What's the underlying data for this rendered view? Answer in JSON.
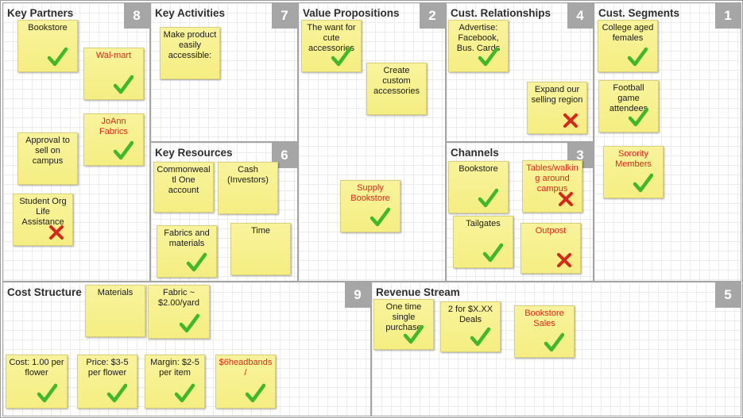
{
  "blocks": {
    "key_partners": {
      "title": "Key Partners",
      "number": "8"
    },
    "key_activities": {
      "title": "Key Activities",
      "number": "7"
    },
    "key_resources": {
      "title": "Key Resources",
      "number": "6"
    },
    "value_propositions": {
      "title": "Value Propositions",
      "number": "2"
    },
    "cust_relationships": {
      "title": "Cust. Relationships",
      "number": "4"
    },
    "channels": {
      "title": "Channels",
      "number": "3"
    },
    "cust_segments": {
      "title": "Cust. Segments",
      "number": "1"
    },
    "cost_structure": {
      "title": "Cost Structure",
      "number": "9"
    },
    "revenue_stream": {
      "title": "Revenue Stream",
      "number": "5"
    }
  },
  "notes": {
    "kp_bookstore": {
      "text": "Bookstore",
      "mark": "check",
      "color": "black"
    },
    "kp_walmart": {
      "text": "Wal-mart",
      "mark": "check",
      "color": "red"
    },
    "kp_joann": {
      "text": "JoAnn Fabrics",
      "mark": "check",
      "color": "red"
    },
    "kp_approval": {
      "text": "Approval to sell on campus",
      "mark": "none",
      "color": "black"
    },
    "kp_student_org": {
      "text": "Student Org Life Assistance",
      "mark": "cross",
      "color": "black"
    },
    "ka_make_product": {
      "text": "Make product easily accessible:",
      "mark": "none",
      "color": "black"
    },
    "kr_commonwealth": {
      "text": "Commonwealtl One account",
      "mark": "none",
      "color": "black"
    },
    "kr_cash": {
      "text": "Cash (Investors)",
      "mark": "none",
      "color": "black"
    },
    "kr_fabrics": {
      "text": "Fabrics and materials",
      "mark": "check",
      "color": "black"
    },
    "kr_time": {
      "text": "Time",
      "mark": "none",
      "color": "black"
    },
    "vp_want_cute": {
      "text": "The want for cute accessories",
      "mark": "check",
      "color": "black"
    },
    "vp_create_custom": {
      "text": "Create custom accessories",
      "mark": "none",
      "color": "black"
    },
    "vp_supply_bookstore": {
      "text": "Supply Bookstore",
      "mark": "check",
      "color": "red"
    },
    "cr_advertise": {
      "text": "Advertise: Facebook, Bus. Cards",
      "mark": "check",
      "color": "black"
    },
    "cr_expand": {
      "text": "Expand our selling region",
      "mark": "cross",
      "color": "black"
    },
    "ch_bookstore": {
      "text": "Bookstore",
      "mark": "check",
      "color": "black"
    },
    "ch_tables": {
      "text": "Tables/walking around campus",
      "mark": "cross",
      "color": "red"
    },
    "ch_tailgates": {
      "text": "Tailgates",
      "mark": "check",
      "color": "black"
    },
    "ch_outpost": {
      "text": "Outpost",
      "mark": "cross",
      "color": "red"
    },
    "cs_college_females": {
      "text": "College aged females",
      "mark": "check",
      "color": "black"
    },
    "cs_football": {
      "text": "Football game attendees",
      "mark": "check",
      "color": "black"
    },
    "cs_sorority": {
      "text": "Sorority Members",
      "mark": "check",
      "color": "red"
    },
    "co_materials": {
      "text": "Materials",
      "mark": "none",
      "color": "black"
    },
    "co_fabric": {
      "text": "Fabric ~ $2.00/yard",
      "mark": "check",
      "color": "black"
    },
    "co_cost": {
      "text": "Cost: 1.00 per flower",
      "mark": "check",
      "color": "black"
    },
    "co_price": {
      "text": "Price: $3-5 per flower",
      "mark": "check",
      "color": "black"
    },
    "co_margin": {
      "text": "Margin: $2-5 per item",
      "mark": "check",
      "color": "black"
    },
    "co_headbands": {
      "text": "$6headbands/",
      "mark": "check",
      "color": "red"
    },
    "rs_one_time": {
      "text": "One time single purchase",
      "mark": "check",
      "color": "black"
    },
    "rs_two_for": {
      "text": "2 for $X.XX Deals",
      "mark": "check",
      "color": "black"
    },
    "rs_bookstore_sales": {
      "text": "Bookstore Sales",
      "mark": "check",
      "color": "red"
    }
  },
  "colors": {
    "note_yellow": "#f6ef8a",
    "check_green": "#3fb82c",
    "cross_red": "#d9261c",
    "red_text": "#e1261c",
    "number_badge": "#a6a6a6"
  }
}
